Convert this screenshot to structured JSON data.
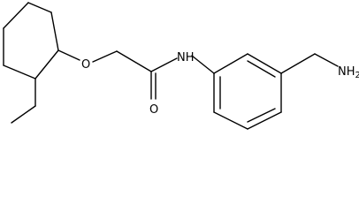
{
  "molecule": {
    "labels": {
      "oxygen_ether": "O",
      "oxygen_carbonyl": "O",
      "nitrogen_amide": "NH",
      "nitrogen_amine": "NH",
      "amine_subscript": "2"
    }
  }
}
